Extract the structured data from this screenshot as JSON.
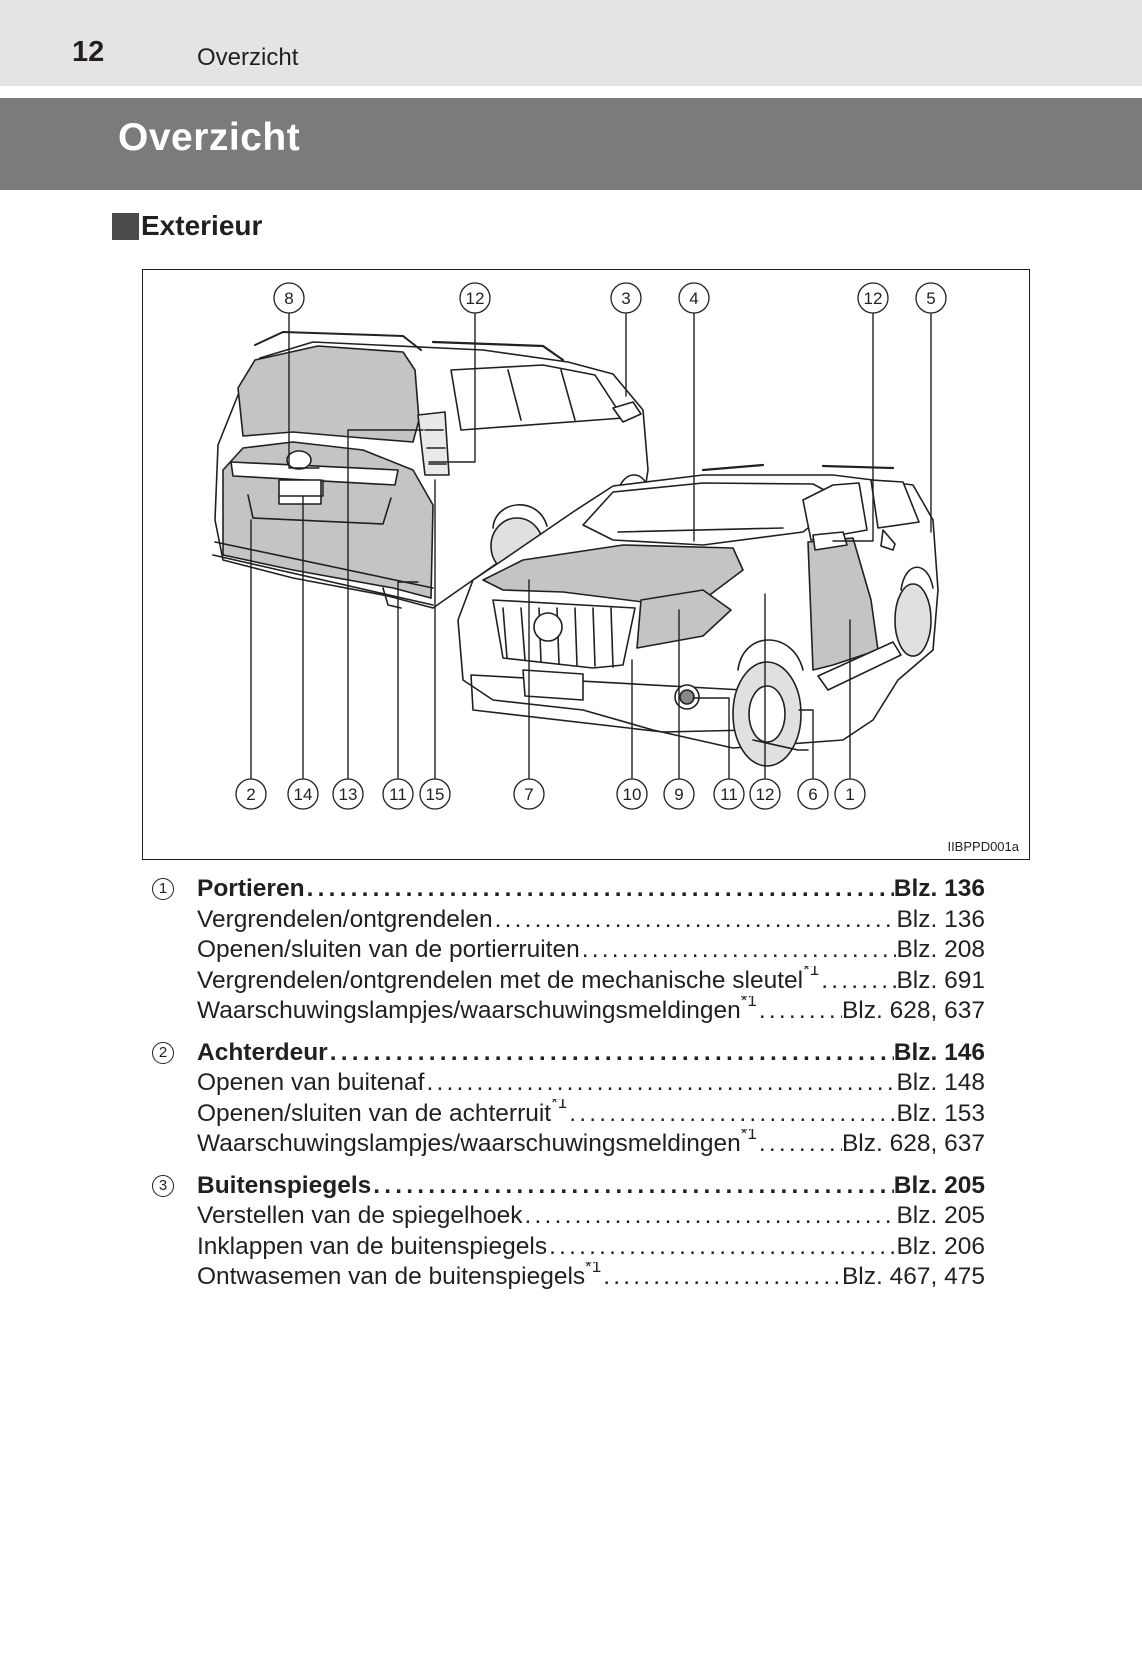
{
  "header": {
    "page_number": "12",
    "running_title": "Overzicht"
  },
  "page_title": "Overzicht",
  "section": {
    "label": "Exterieur"
  },
  "figure": {
    "code": "IIBPPD001a",
    "callouts_top": [
      "8",
      "12",
      "3",
      "4",
      "12",
      "5"
    ],
    "callouts_bottom": [
      "2",
      "14",
      "13",
      "11",
      "15",
      "7",
      "10",
      "9",
      "11",
      "12",
      "6",
      "1"
    ]
  },
  "entries": [
    {
      "num": "1",
      "title": "Portieren",
      "page": "Blz. 136",
      "subs": [
        {
          "label": "Vergrendelen/ontgrendelen",
          "note": "",
          "page": "Blz. 136"
        },
        {
          "label": "Openen/sluiten van de portierruiten",
          "note": "",
          "page": "Blz. 208"
        },
        {
          "label": "Vergrendelen/ontgrendelen met de mechanische sleutel",
          "note": "*1",
          "page": "Blz. 691"
        },
        {
          "label": "Waarschuwingslampjes/waarschuwingsmeldingen",
          "note": "*1",
          "page": "Blz. 628, 637"
        }
      ]
    },
    {
      "num": "2",
      "title": "Achterdeur",
      "page": "Blz. 146",
      "subs": [
        {
          "label": "Openen van buitenaf",
          "note": "",
          "page": "Blz. 148"
        },
        {
          "label": "Openen/sluiten van de achterruit",
          "note": "*1",
          "page": "Blz. 153"
        },
        {
          "label": "Waarschuwingslampjes/waarschuwingsmeldingen",
          "note": "*1",
          "page": "Blz. 628, 637"
        }
      ]
    },
    {
      "num": "3",
      "title": "Buitenspiegels",
      "page": "Blz. 205",
      "subs": [
        {
          "label": "Verstellen van de spiegelhoek",
          "note": "",
          "page": "Blz. 205"
        },
        {
          "label": "Inklappen van de buitenspiegels",
          "note": "",
          "page": "Blz. 206"
        },
        {
          "label": "Ontwasemen van de buitenspiegels",
          "note": "*1",
          "page": "Blz. 467, 475"
        }
      ]
    }
  ]
}
